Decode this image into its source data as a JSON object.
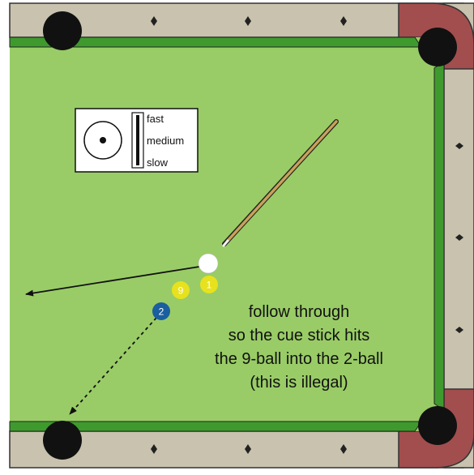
{
  "colors": {
    "felt": "#99cc66",
    "cushion": "#3f9a2e",
    "rail": "#c8c2ae",
    "corner": "#a24e4e",
    "pocket": "#111111",
    "diamond": "#222222",
    "ball_1": "#e7e21d",
    "ball_9": "#e7e21d",
    "ball_2": "#1a5f9e",
    "cue_ball": "#ffffff",
    "cue_stick": "#c8a15a"
  },
  "balls": {
    "one": {
      "label": "1"
    },
    "nine": {
      "label": "9"
    },
    "two": {
      "label": "2"
    }
  },
  "speed_legend": {
    "fast": "fast",
    "medium": "medium",
    "slow": "slow",
    "indicator_level": "slow"
  },
  "caption": {
    "line1": "follow through",
    "line2": "so the cue stick hits",
    "line3": "the 9-ball into the 2-ball",
    "line4": "(this is illegal)"
  }
}
